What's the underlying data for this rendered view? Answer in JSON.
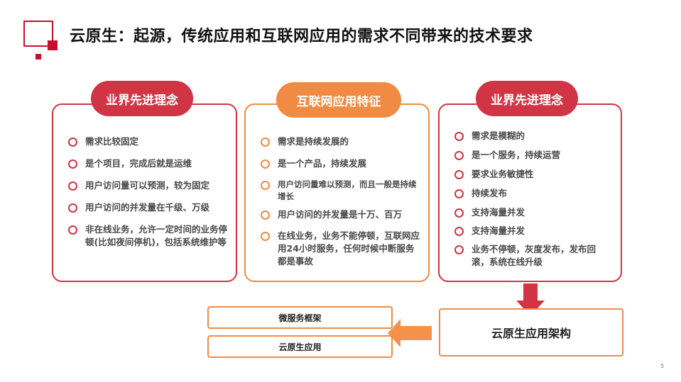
{
  "header": {
    "title": "云原生：起源，传统应用和互联网应用的需求不同带来的技术要求",
    "logo_icon": "red-square-frame-logo"
  },
  "colors": {
    "red": "#d13444",
    "orange": "#f08b44",
    "logo_red": "#c8102e"
  },
  "panels": [
    {
      "heading": "业界先进理念",
      "theme": "red",
      "items": [
        "需求比较固定",
        "是个项目，完成后就是运维",
        "用户访问量可以预测，较为固定",
        "用户访问的并发量在千级、万级",
        "非在线业务，允许一定时间的业务停顿(比如夜间停机)，包括系统维护等"
      ]
    },
    {
      "heading": "互联网应用特征",
      "theme": "orange",
      "items": [
        "需求是持续发展的",
        "是一个产品，持续发展",
        "用户访问量难以预测，而且一般是持续增长",
        "用户访问的并发量是十万、百万",
        "在线业务，业务不能停顿，互联网应用24小时服务，任何时候中断服务都是事故"
      ]
    },
    {
      "heading": "业界先进理念",
      "theme": "red",
      "items": [
        "需求是模糊的",
        "是一个服务，持续运营",
        "要求业务敏捷性",
        "持续发布",
        "支持海量并发",
        "支持海量并发",
        "业务不停顿，灰度发布，发布回滚，系统在线升级"
      ]
    }
  ],
  "bottom": {
    "architecture_box": "云原生应用架构",
    "left_boxes": [
      "微服务框架",
      "云原生应用"
    ],
    "down_arrow_icon": "arrow-down-icon",
    "left_arrow_icon": "arrow-left-icon"
  },
  "footer": {
    "page_number": "5"
  }
}
